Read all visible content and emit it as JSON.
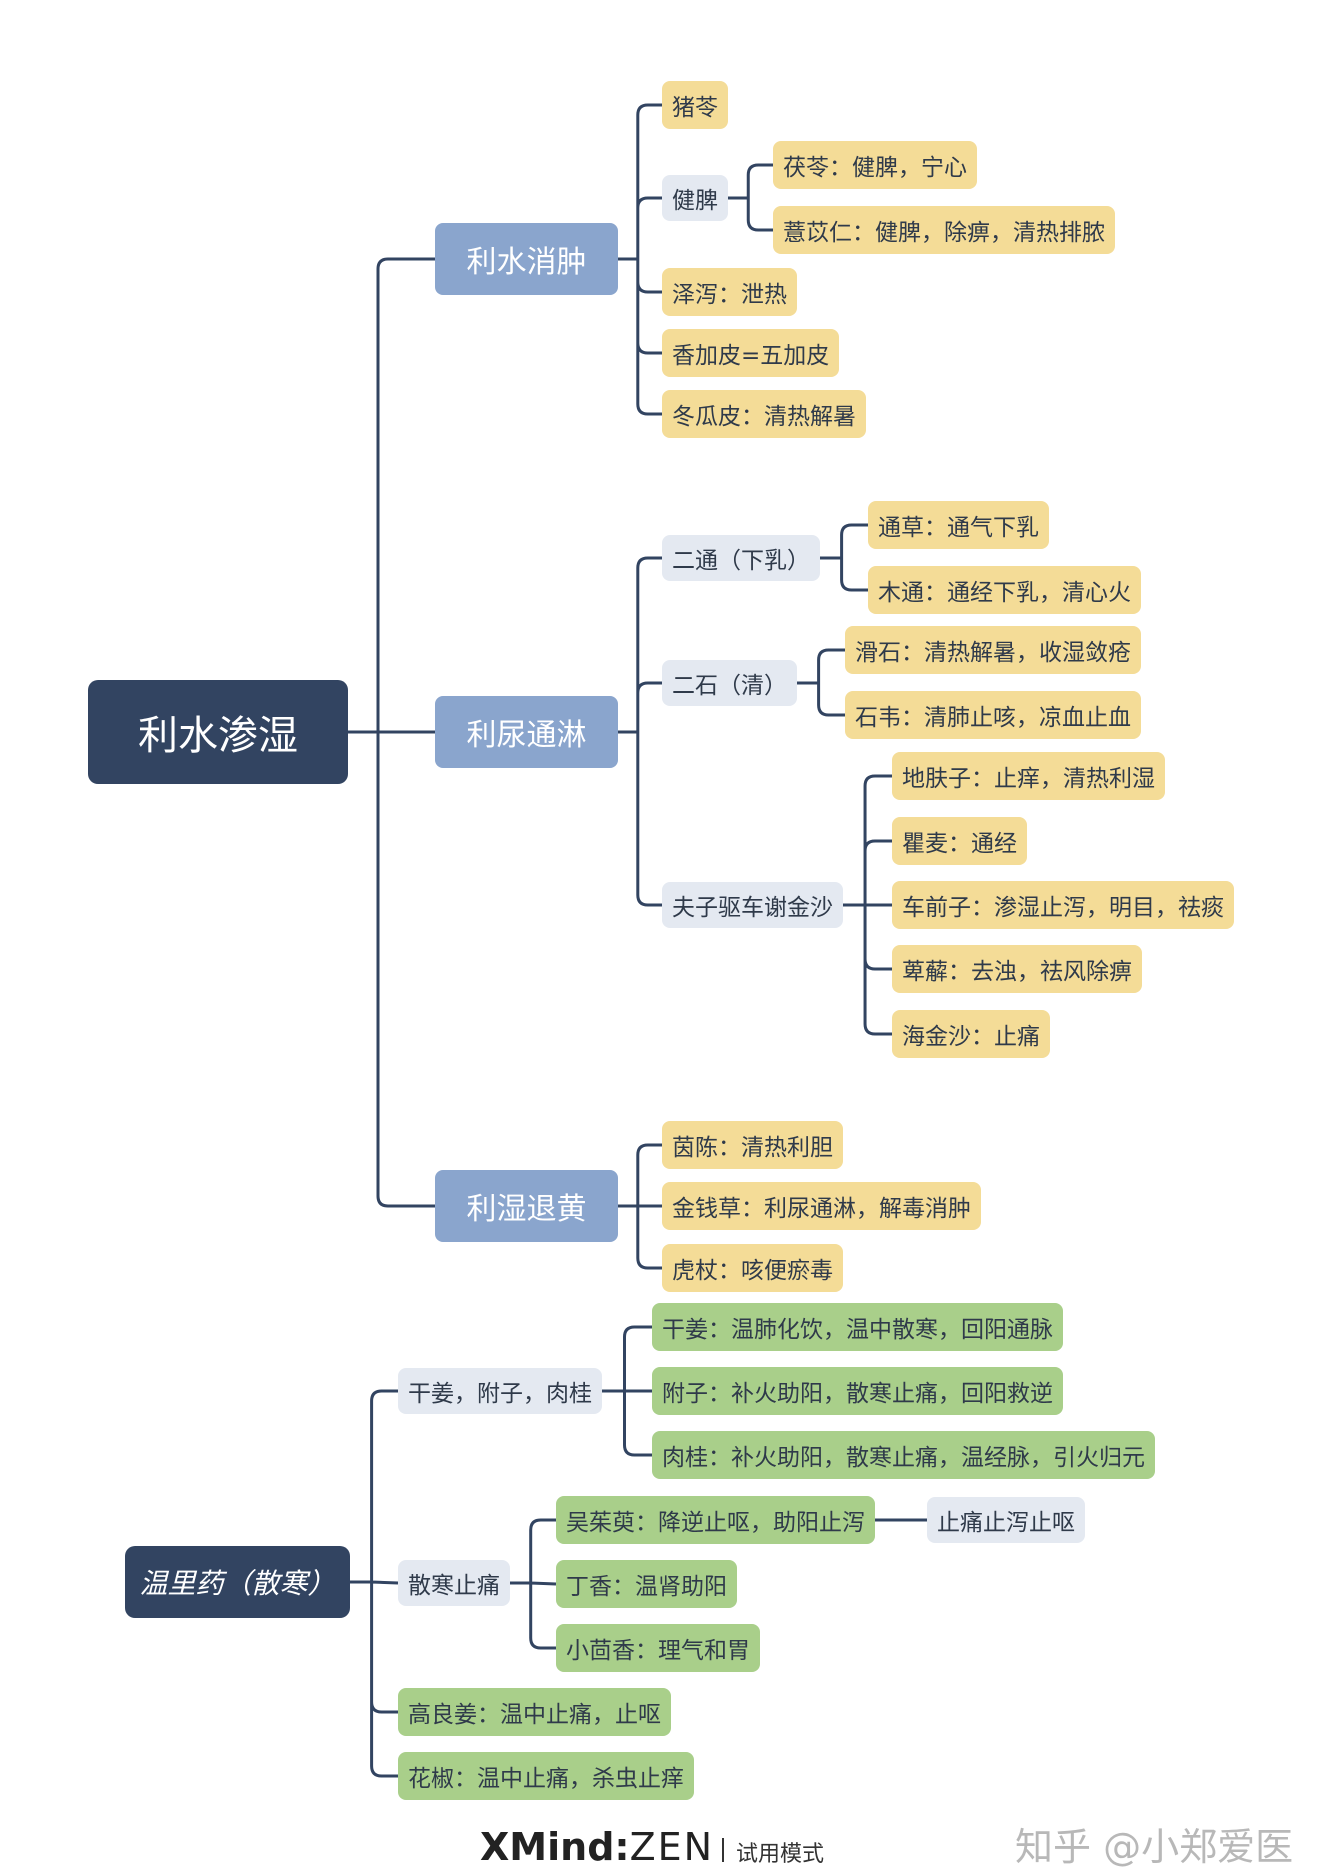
{
  "roots": [
    {
      "label": "利水渗湿",
      "children": [
        {
          "label": "利水消肿",
          "children": [
            {
              "label": "猪苓"
            },
            {
              "label": "健脾",
              "children": [
                {
                  "label": "茯苓：健脾，宁心"
                },
                {
                  "label": "薏苡仁：健脾，除痹，清热排脓"
                }
              ]
            },
            {
              "label": "泽泻：泄热"
            },
            {
              "label": "香加皮=五加皮"
            },
            {
              "label": "冬瓜皮：清热解暑"
            }
          ]
        },
        {
          "label": "利尿通淋",
          "children": [
            {
              "label": "二通（下乳）",
              "children": [
                {
                  "label": "通草：通气下乳"
                },
                {
                  "label": "木通：通经下乳，清心火"
                }
              ]
            },
            {
              "label": "二石（清）",
              "children": [
                {
                  "label": "滑石：清热解暑，收湿敛疮"
                },
                {
                  "label": "石韦：清肺止咳，凉血止血"
                }
              ]
            },
            {
              "label": "夫子驱车谢金沙",
              "children": [
                {
                  "label": "地肤子：止痒，清热利湿"
                },
                {
                  "label": "瞿麦：通经"
                },
                {
                  "label": "车前子：渗湿止泻，明目，祛痰"
                },
                {
                  "label": "萆薢：去浊，祛风除痹"
                },
                {
                  "label": "海金沙：止痛"
                }
              ]
            }
          ]
        },
        {
          "label": "利湿退黄",
          "children": [
            {
              "label": "茵陈：清热利胆"
            },
            {
              "label": "金钱草：利尿通淋，解毒消肿"
            },
            {
              "label": "虎杖：咳便瘀毒"
            }
          ]
        }
      ]
    },
    {
      "label": "温里药（散寒）",
      "children": [
        {
          "label": "干姜，附子，肉桂",
          "children": [
            {
              "label": "干姜：温肺化饮，温中散寒，回阳通脉"
            },
            {
              "label": "附子：补火助阳，散寒止痛，回阳救逆"
            },
            {
              "label": "肉桂：补火助阳，散寒止痛，温经脉，引火归元"
            }
          ]
        },
        {
          "label": "散寒止痛",
          "children": [
            {
              "label": "吴茱萸：降逆止呕，助阳止泻",
              "children": [
                {
                  "label": "止痛止泻止呕"
                }
              ]
            },
            {
              "label": "丁香：温肾助阳"
            },
            {
              "label": "小茴香：理气和胃"
            }
          ]
        },
        {
          "label": "高良姜：温中止痛，止呕"
        },
        {
          "label": "花椒：温中止痛，杀虫止痒"
        }
      ]
    }
  ],
  "footer": {
    "brand": "XMind",
    "brand_suffix": "ZEN",
    "mode": "试用模式",
    "watermark": "知乎 @小郑爱医"
  },
  "colors": {
    "root": "#324461",
    "main": "#8aa5cd",
    "sub": "#e4e9f1",
    "leaf": "#f4dc97",
    "green": "#a9cf8a",
    "line": "#324461"
  }
}
